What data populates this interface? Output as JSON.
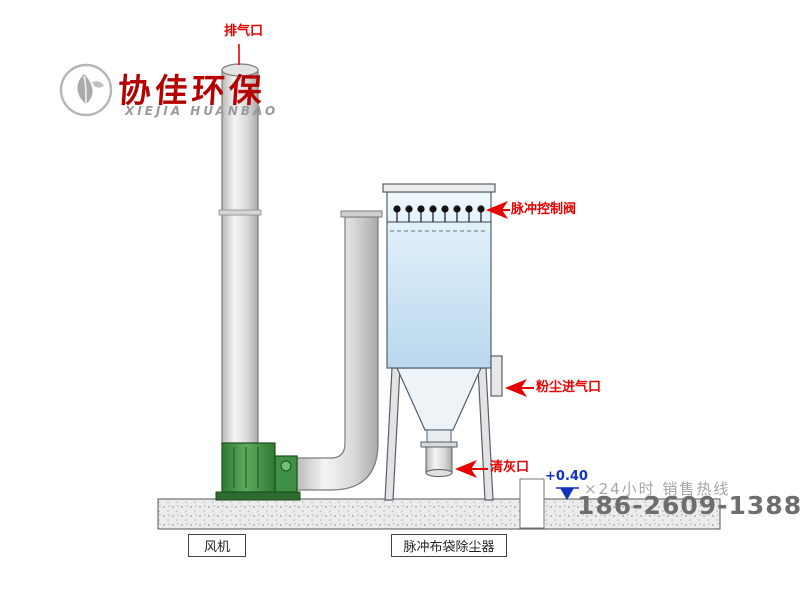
{
  "logo": {
    "company_cn": "协佳环保",
    "company_en": "XIEJIA HUANBAO"
  },
  "callouts": {
    "exhaust": "排气口",
    "pulse_valve": "脉冲控制阀",
    "dust_inlet": "粉尘进气口",
    "ash_port": "清灰口"
  },
  "captions": {
    "fan": "风机",
    "collector": "脉冲布袋除尘器"
  },
  "footer": {
    "elevation": "+0.40",
    "hotline": "×24小时  销售热线",
    "phone": "186-2609-1388"
  },
  "colors": {
    "callout_red": "#e60000",
    "logo_red": "#b50000",
    "elevation_blue": "#1133bb",
    "fan_green": "#3f8f44",
    "collector_blue": "#c2ddf0",
    "metal_gray": "#d9d9d9"
  }
}
